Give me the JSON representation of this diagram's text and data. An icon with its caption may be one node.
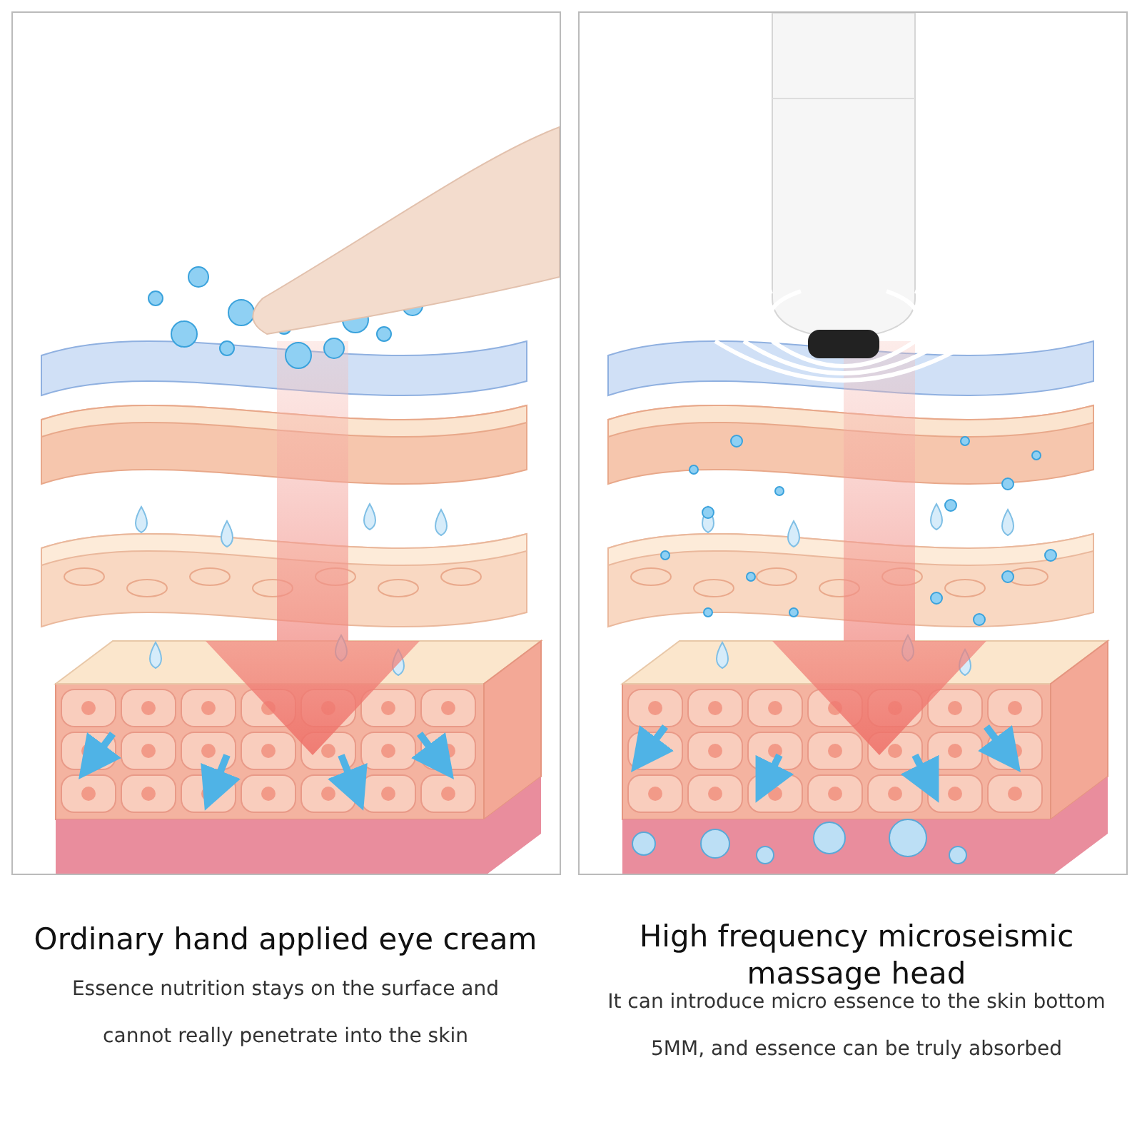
{
  "diagram": {
    "labels": [
      "Ordinary hand applied eye cream",
      "Essence nutrition stays on the surface and cannot really penetrate into the skin",
      "High frequency microseismic massage head",
      "It can introduce micro essence to the skin bottom 5MM, and essence can be truly absorbed"
    ]
  }
}
